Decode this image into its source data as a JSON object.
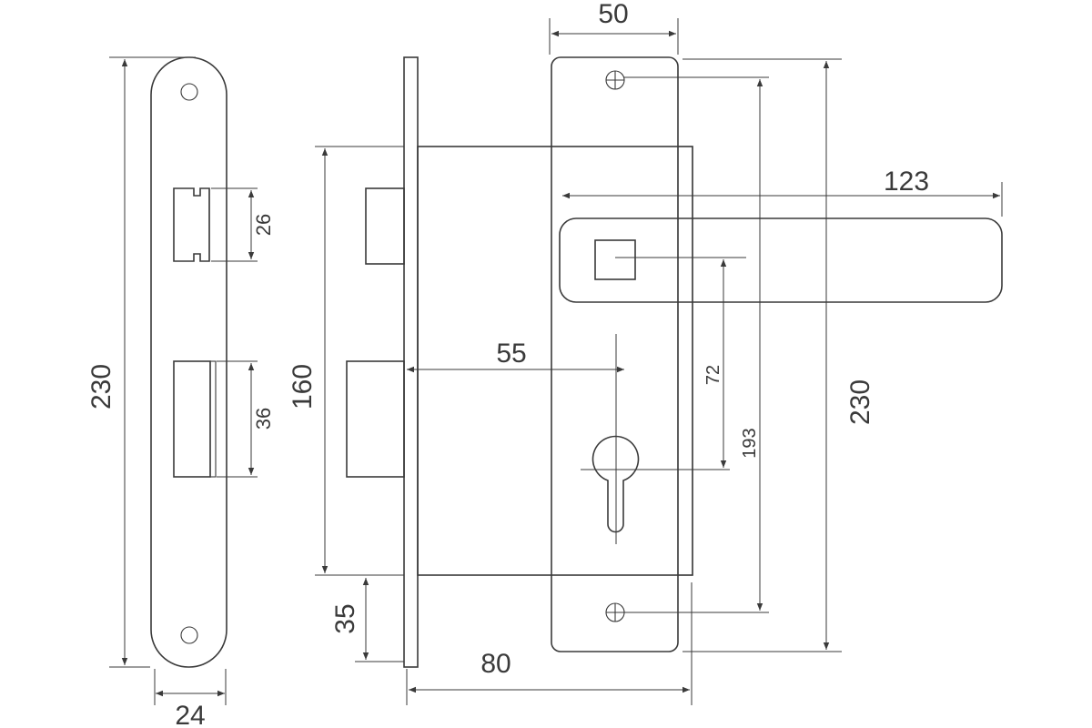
{
  "diagram": {
    "dimensions": {
      "faceplate_height": "230",
      "faceplate_width": "24",
      "latch_height": "26",
      "bolt_height": "36",
      "case_height": "160",
      "bolt_offset": "35",
      "backset": "55",
      "case_depth": "80",
      "escutcheon_width": "50",
      "handle_length": "123",
      "spindle_to_cylinder": "72",
      "screw_spacing": "193",
      "escutcheon_height": "230"
    }
  }
}
